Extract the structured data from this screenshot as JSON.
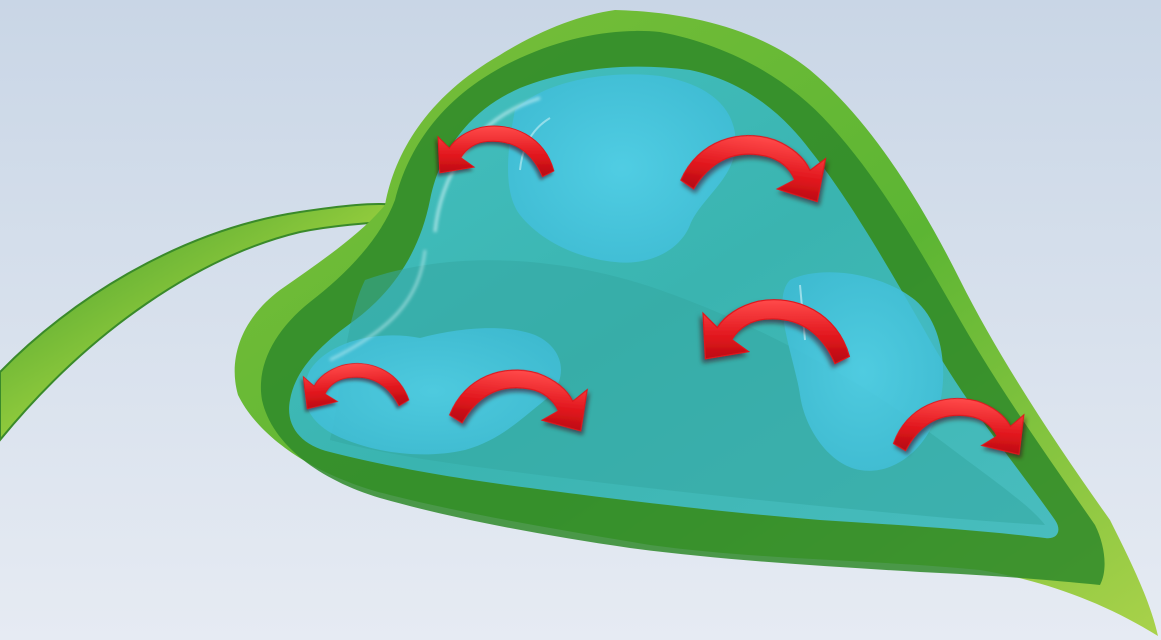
{
  "diagram": {
    "colors": {
      "background_top": "#c9d6e6",
      "background_bottom": "#e6ebf3",
      "leaf_light": "#8fca3c",
      "leaf_mid": "#4fae2f",
      "leaf_dark": "#2f8a2a",
      "water": "#3dbdc2",
      "water_pool": "#42c3dd",
      "water_highlight": "#a9e6f0",
      "arrow": "#e0151c",
      "arrow_shadow": "#5a0a0c"
    },
    "arrows": [
      {
        "id": "arrow-1",
        "direction": "counterclockwise"
      },
      {
        "id": "arrow-2",
        "direction": "clockwise"
      },
      {
        "id": "arrow-3",
        "direction": "counterclockwise"
      },
      {
        "id": "arrow-4",
        "direction": "clockwise"
      },
      {
        "id": "arrow-5",
        "direction": "counterclockwise"
      },
      {
        "id": "arrow-6",
        "direction": "clockwise"
      }
    ]
  }
}
